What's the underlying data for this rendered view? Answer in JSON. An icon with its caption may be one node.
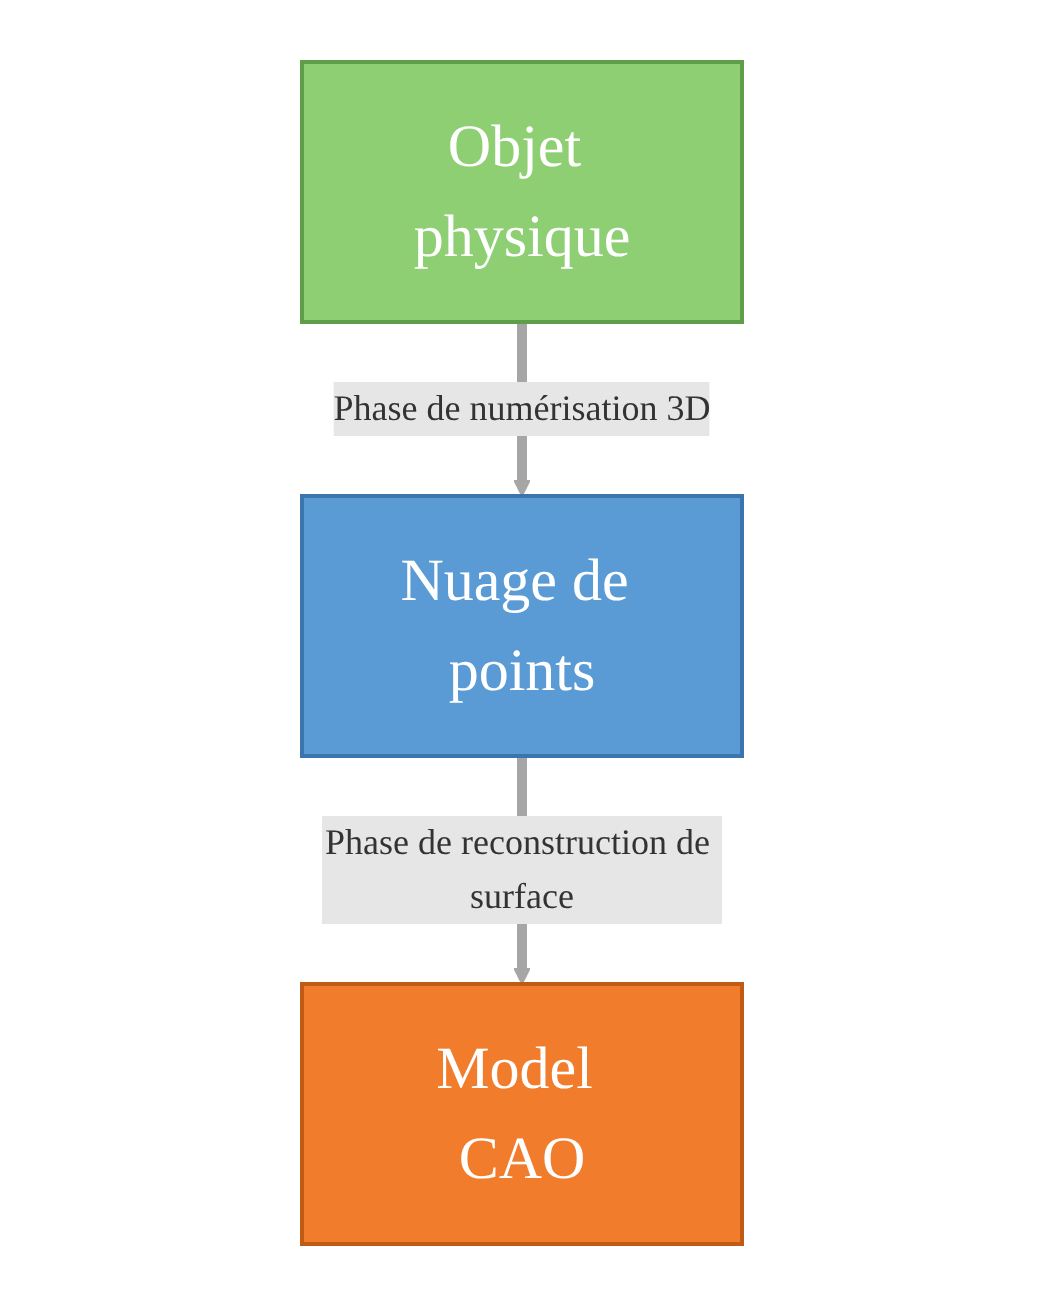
{
  "diagram": {
    "nodes": [
      {
        "text": [
          "Objet physique"
        ]
      },
      {
        "text": [
          "Nuage de points"
        ]
      },
      {
        "text": [
          "Model CAO"
        ]
      }
    ],
    "edges": [
      {
        "from": 0,
        "to": 1,
        "arrow": "to",
        "label": "Phase de numérisation 3D"
      },
      {
        "from": 1,
        "to": 2,
        "arrow": "to",
        "label": "Phase de reconstruction de surface"
      }
    ]
  }
}
